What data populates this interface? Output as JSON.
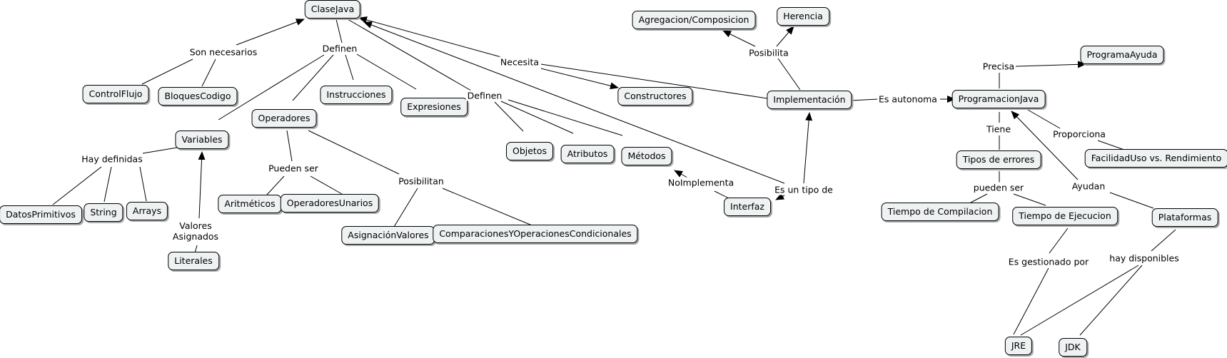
{
  "concepts": {
    "clasejava": "ClaseJava",
    "controlflujo": "ControlFlujo",
    "bloquescodigo": "BloquesCodigo",
    "instrucciones": "Instrucciones",
    "expresiones": "Expresiones",
    "operadores": "Operadores",
    "variables": "Variables",
    "datosprimitivos": "DatosPrimitivos",
    "string": "String",
    "arrays": "Arrays",
    "literales": "Literales",
    "aritmeticos": "Aritméticos",
    "operadoresunarios": "OperadoresUnarios",
    "asignacionvalores": "AsignaciónValores",
    "comparaciones": "ComparacionesYOperacionesCondicionales",
    "objetos": "Objetos",
    "atributos": "Atributos",
    "metodos": "Métodos",
    "constructores": "Constructores",
    "interfaz": "Interfaz",
    "implementacion": "Implementación",
    "agregacion": "Agregacion/Composicion",
    "herencia": "Herencia",
    "programacionjava": "ProgramacionJava",
    "programaayuda": "ProgramaAyuda",
    "tiposerrores": "Tipos de errores",
    "facilidaduso": "FacilidadUso vs. Rendimiento",
    "tiempocompilacion": "Tiempo de Compilacion",
    "tiempoejecucion": "Tiempo de Ejecucion",
    "plataformas": "Plataformas",
    "jre": "JRE",
    "jdk": "JDK"
  },
  "links": {
    "son_necesarios": "Son necesarios",
    "definen_1": "Definen",
    "definen_2": "Definen",
    "necesita": "Necesita",
    "hay_definidas": "Hay definidas",
    "valores_asignados": "Valores\nAsignados",
    "pueden_ser_1": "Pueden ser",
    "posibilitan": "Posibilitan",
    "noimplementa": "NoImplementa",
    "es_un_tipo_de": "Es un tipo de",
    "posibilita": "Posibilita",
    "es_autonoma": "Es autonoma",
    "precisa": "Precisa",
    "tiene": "Tiene",
    "proporciona": "Proporciona",
    "pueden_ser_2": "pueden ser",
    "ayudan": "Ayudan",
    "es_gestionado_por": "Es gestionado por",
    "hay_disponibles": "hay disponibles"
  }
}
